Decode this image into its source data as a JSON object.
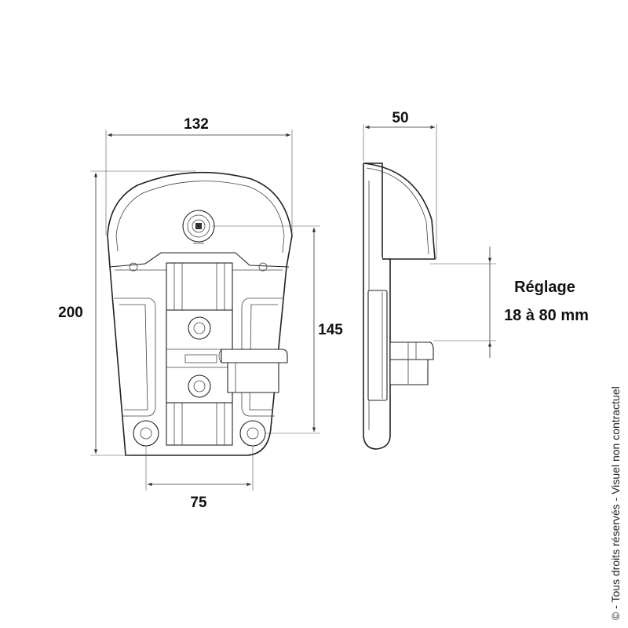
{
  "dimensions": {
    "width": "132",
    "height": "200",
    "hole_spacing_vertical": "145",
    "hole_spacing_horizontal": "75",
    "depth": "50"
  },
  "adjustment": {
    "title": "Réglage",
    "range": "18 à 80 mm"
  },
  "copyright": "© - Tous droits réservés - Visuel non contractuel",
  "colors": {
    "line": "#222222",
    "background": "#ffffff"
  }
}
